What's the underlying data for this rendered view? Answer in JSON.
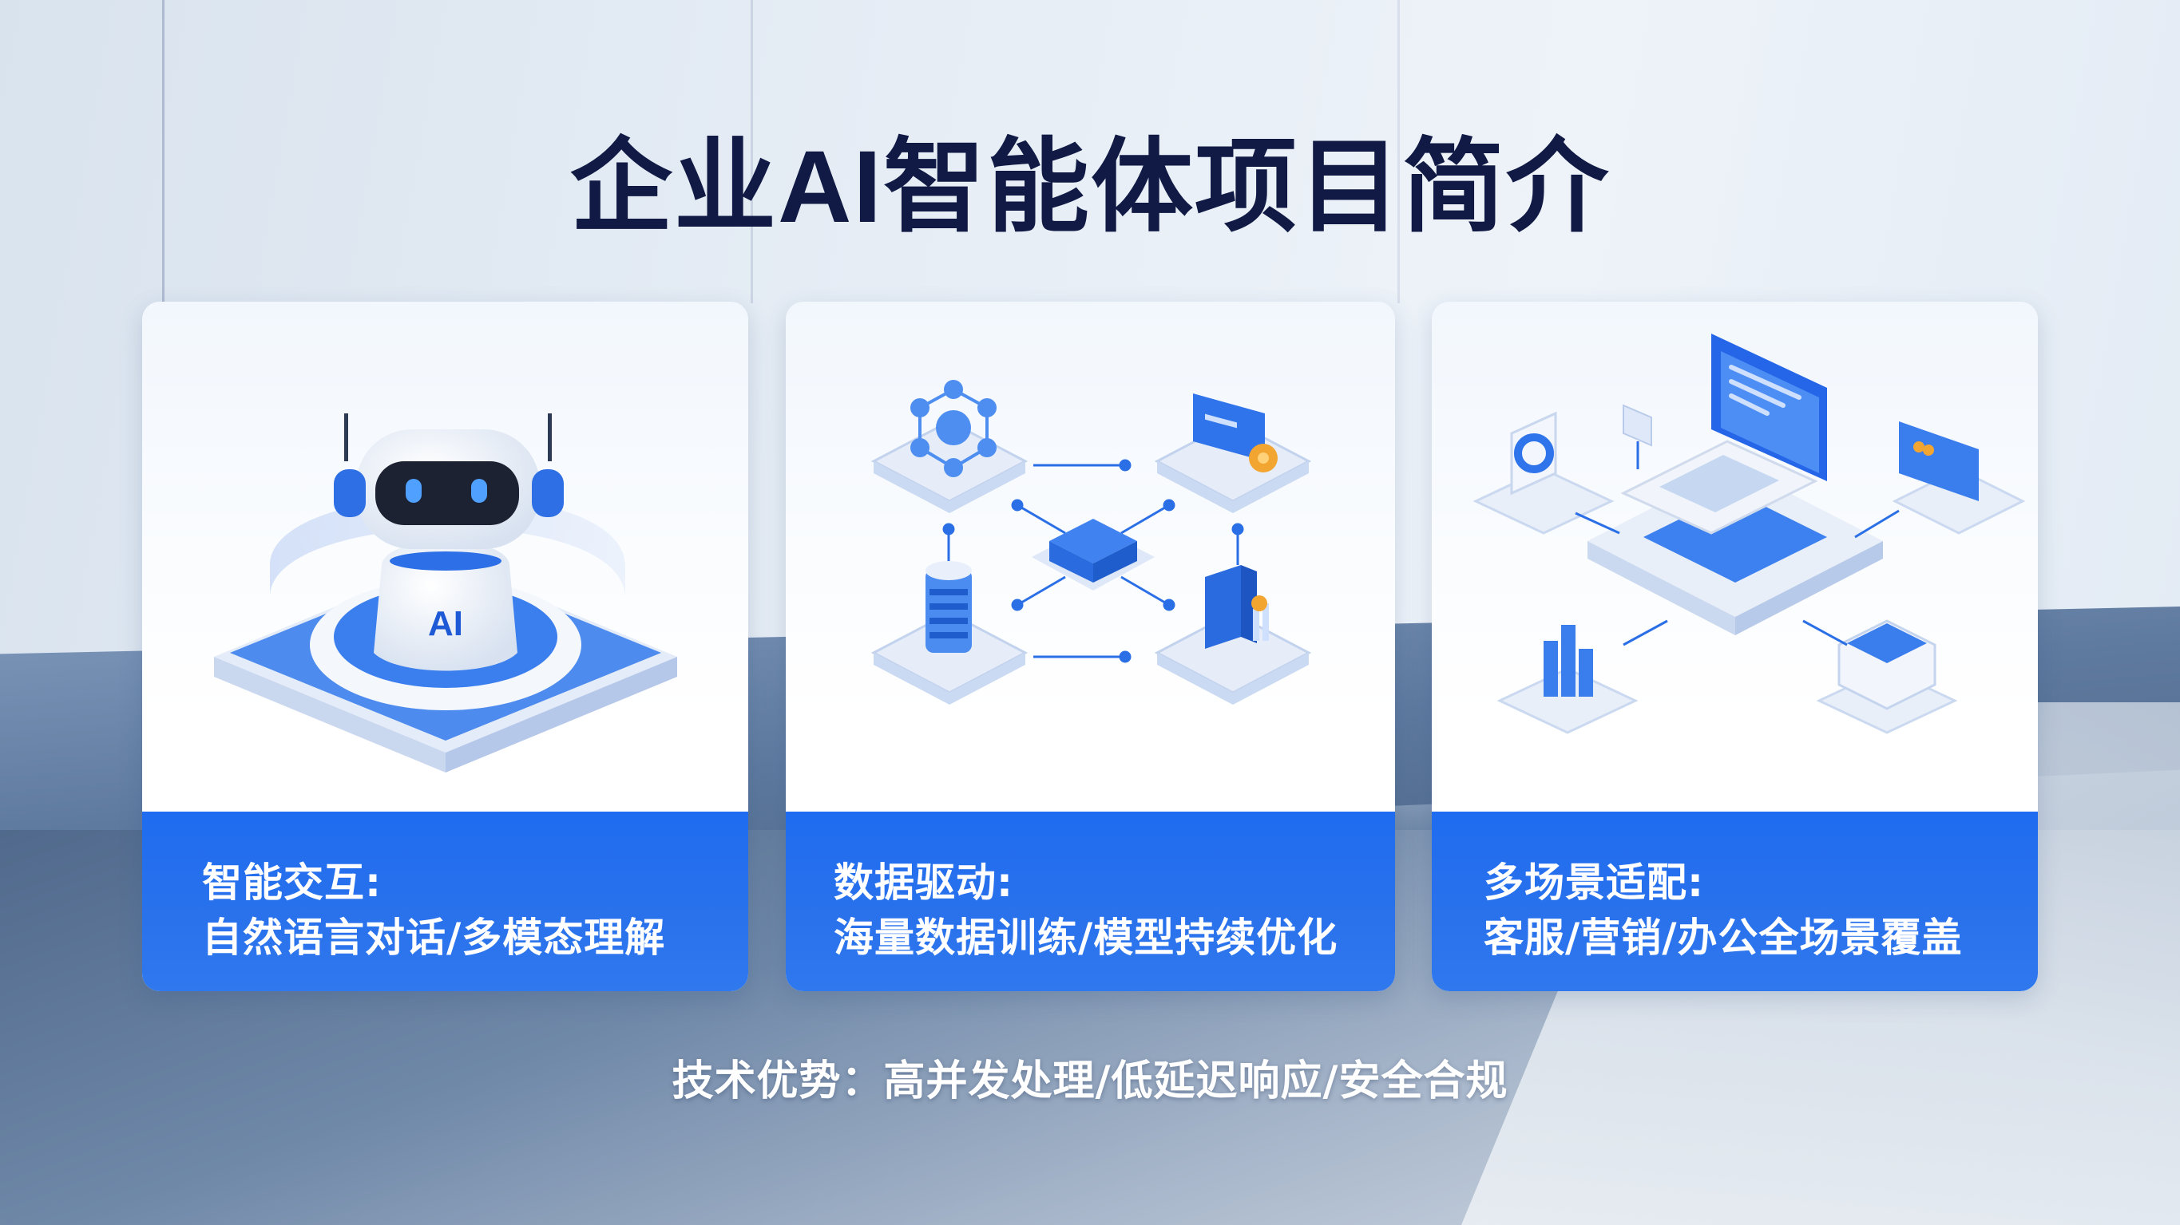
{
  "title": "企业AI智能体项目简介",
  "cards": [
    {
      "icon": "robot-icon",
      "badge": "AI",
      "heading": "智能交互:",
      "description": "自然语言对话/多模态理解"
    },
    {
      "icon": "data-network-icon",
      "heading": "数据驱动:",
      "description": "海量数据训练/模型持续优化"
    },
    {
      "icon": "multi-scenario-laptop-icon",
      "heading": "多场景适配:",
      "description": "客服/营销/办公全场景覆盖"
    }
  ],
  "caption": "技术优势：高并发处理/低延迟响应/安全合规",
  "colors": {
    "title": "#101a44",
    "accent_blue": "#1f6cf0",
    "card_bg": "#ffffff",
    "footer_text": "#ffffff",
    "orange_accent": "#f2a531"
  }
}
